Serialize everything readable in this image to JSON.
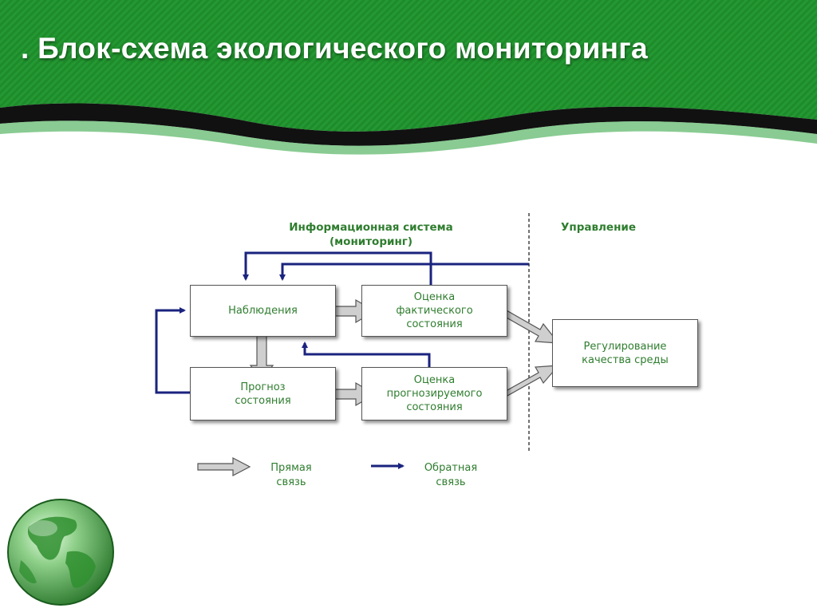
{
  "slide": {
    "title": ". Блок-схема экологического мониторинга",
    "colors": {
      "banner_green": "#1f8a2a",
      "banner_dark": "#16701f",
      "label_green": "#2f7d2f",
      "feedback_arrow": "#1a237e",
      "direct_arrow": "#c8c8c8"
    }
  },
  "diagram": {
    "sections": {
      "info_system": [
        "Информационная система",
        "(мониторинг)"
      ],
      "control": "Управление"
    },
    "blocks": {
      "observations": [
        "Наблюдения"
      ],
      "actual_state": [
        "Оценка",
        "фактического",
        "состояния"
      ],
      "forecast": [
        "Прогноз",
        "состояния"
      ],
      "predicted_state": [
        "Оценка",
        "прогнозируемого",
        "состояния"
      ],
      "regulation": [
        "Регулирование",
        "качества среды"
      ]
    },
    "legend": {
      "direct": [
        "Прямая",
        "связь"
      ],
      "feedback": [
        "Обратная",
        "связь"
      ]
    }
  },
  "icons": {
    "globe": "earth-globe-icon"
  }
}
